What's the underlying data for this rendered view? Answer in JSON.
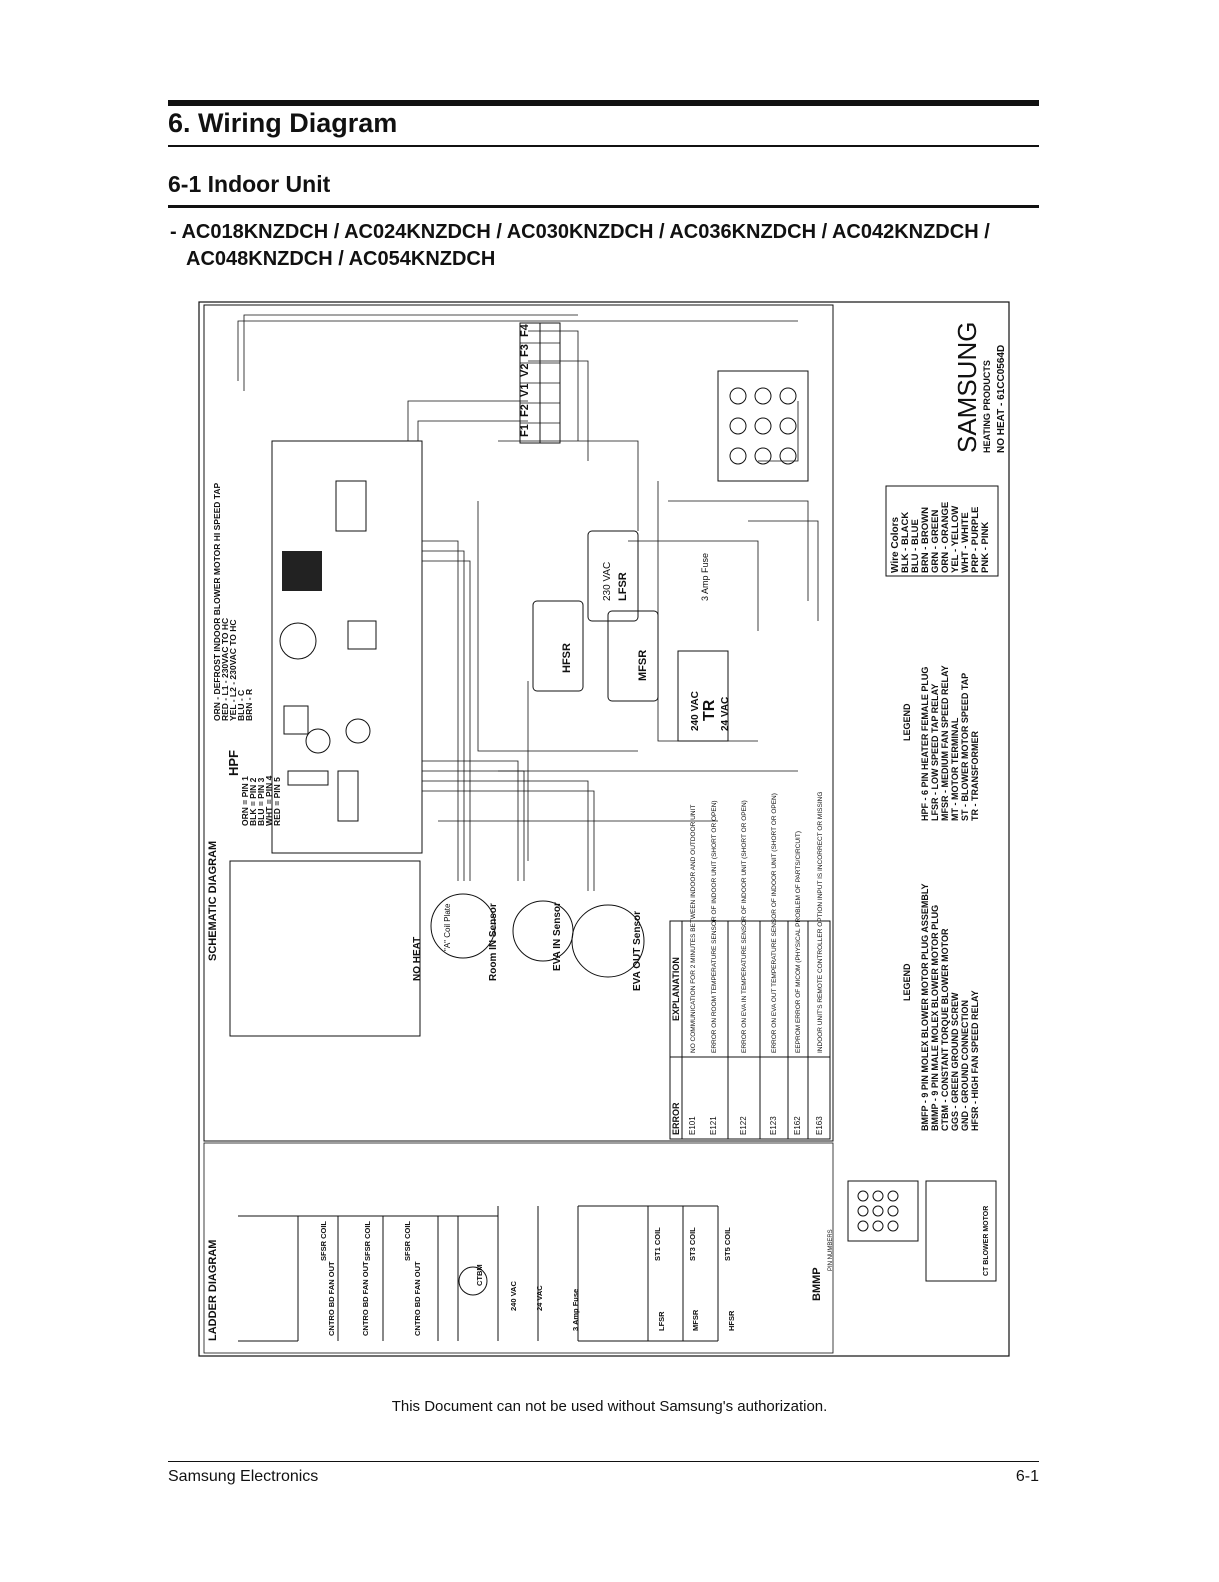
{
  "header": {
    "chapter_title": "6. Wiring Diagram",
    "section_title": "6-1 Indoor Unit",
    "models_line1": "- AC018KNZDCH / AC024KNZDCH / AC030KNZDCH / AC036KNZDCH / AC042KNZDCH /",
    "models_line2": "AC048KNZDCH / AC054KNZDCH"
  },
  "diagram": {
    "schematic_title": "SCHEMATIC DIAGRAM",
    "ladder_title": "LADDER DIAGRAM",
    "brand": "SAMSUNG",
    "brand_sub": "HEATING PRODUCTS",
    "doc_code": "NO HEAT - 61CC0564D",
    "no_heat": "NO HEAT",
    "sensors": [
      "Room IN Sensor",
      "EVA IN Sensor",
      "EVA OUT Sensor"
    ],
    "coil_plate": "\"A\" Coil Plate",
    "terminal_labels": [
      "F1",
      "F2",
      "V1",
      "V2",
      "F3",
      "F4"
    ],
    "wire_colors_title": "Wire Colors",
    "wire_colors": [
      "BLK - BLACK",
      "BLU - BLUE",
      "BRN - BROWN",
      "GRN - GREEN",
      "ORN - ORANGE",
      "YEL - YELLOW",
      "WHT - WHITE",
      "PRP - PURPLE",
      "PNK - PINK"
    ],
    "legend_title": "LEGEND",
    "legend_right": [
      "HPF - 6 PIN HEATER FEMALE PLUG",
      "LFSR - LOW SPEED TAP RELAY",
      "MFSR - MEDIUM FAN SPEED RELAY",
      "MT - MOTOR TERMINAL",
      "ST - BLOWER MOTOR SPEED TAP",
      "TR - TRANSFORMER"
    ],
    "legend_left": [
      "BMFP - 9 PIN MOLEX BLOWER MOTOR PLUG ASSEMBLY",
      "BMMP - 9 PIN MALE MOLEX BLOWER MOTOR PLUG",
      "CTBM - CONSTANT TORQUE BLOWER MOTOR",
      "GGS - GREEN GROUND SCREW",
      "GND - GROUND CONNECTION",
      "HFSR - HIGH FAN SPEED RELAY"
    ],
    "hpf_title": "HPF",
    "hpf_pins": [
      "ORN = PIN 1",
      "BLK = PIN 2",
      "BLU = PIN 3",
      "WHT = PIN 4",
      "RED = PIN 5"
    ],
    "hpf_notes": [
      "ORN - DEFROST INDOOR BLOWER MOTOR HI SPEED TAP",
      "RED - L1 - 230VAC TO HC",
      "YEL - L2 - 230VAC TO HC",
      "BLU - C",
      "BRN - R"
    ],
    "error_table": {
      "headers": [
        "ERROR",
        "EXPLANATION"
      ],
      "rows": [
        [
          "E101",
          "NO COMMUNICATION FOR 2 MINUTES BETWEEN INDOOR AND OUTDOOR UNIT"
        ],
        [
          "E121",
          "ERROR ON ROOM TEMPERATURE SENSOR OF INDOOR UNIT (SHORT OR OPEN)"
        ],
        [
          "E122",
          "ERROR ON EVA IN TEMPERATURE SENSOR OF INDOOR UNIT (SHORT OR OPEN)"
        ],
        [
          "E123",
          "ERROR ON EVA OUT TEMPERATURE SENSOR OF INDOOR UNIT (SHORT OR OPEN)"
        ],
        [
          "E162",
          "EEPROM ERROR OF MICOM (PHYSICAL PROBLEM OF PARTS/CIRCUIT)"
        ],
        [
          "E163",
          "INDOOR UNIT'S REMOTE CONTROLLER OPTION INPUT IS INCORRECT OR MISSING"
        ]
      ]
    },
    "bmmp_label": "BMMP",
    "pin_numbers": "PIN NUMBERS",
    "motor_label": "CT BLOWER MOTOR",
    "ladder_labels": [
      "CNTRO BD FAN OUT",
      "SFSR COIL",
      "ST1 COIL",
      "ST3 COIL",
      "ST5 COIL",
      "240 VAC",
      "24 VAC",
      "3 Amp Fuse",
      "LFSR",
      "MFSR",
      "HFSR",
      "CTBM"
    ],
    "relay_labels": [
      "LFSR",
      "MFSR",
      "HFSR",
      "230 VAC",
      "TR",
      "240 VAC",
      "24 VAC",
      "3 Amp Fuse"
    ]
  },
  "footer": {
    "notice": "This Document can not be used without Samsung's authorization.",
    "company": "Samsung Electronics",
    "page": "6-1"
  }
}
